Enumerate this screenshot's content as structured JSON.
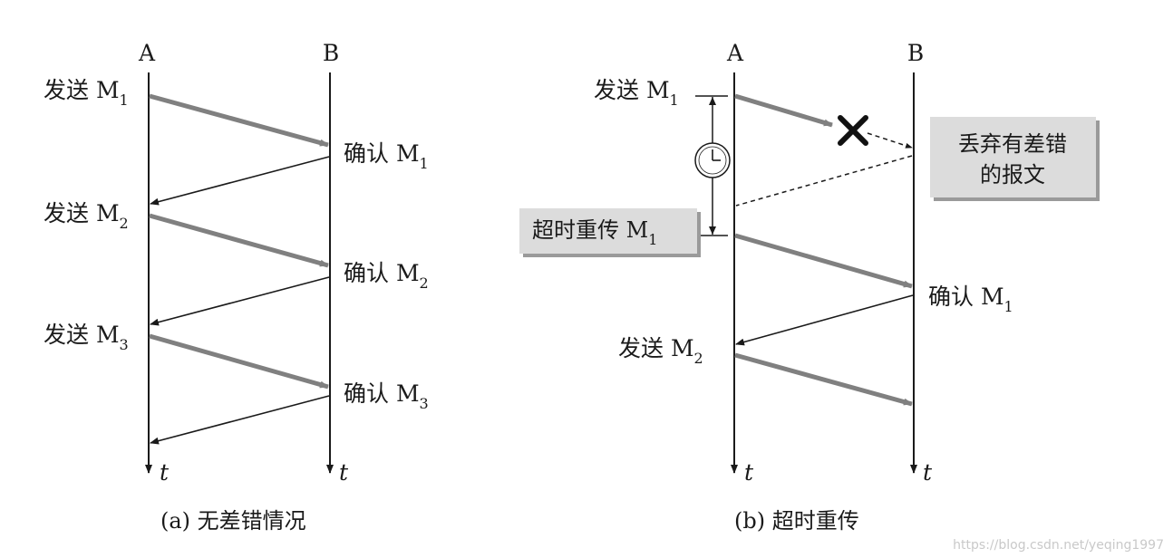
{
  "panel_a": {
    "node_a": "A",
    "node_b": "B",
    "send_1": "发送 M",
    "send_1_sub": "1",
    "ack_1": "确认 M",
    "ack_1_sub": "1",
    "send_2": "发送 M",
    "send_2_sub": "2",
    "ack_2": "确认 M",
    "ack_2_sub": "2",
    "send_3": "发送 M",
    "send_3_sub": "3",
    "ack_3": "确认 M",
    "ack_3_sub": "3",
    "time_a": "t",
    "time_b": "t",
    "caption": "(a) 无差错情况"
  },
  "panel_b": {
    "node_a": "A",
    "node_b": "B",
    "send_1": "发送 M",
    "send_1_sub": "1",
    "discard_line1": "丢弃有差错",
    "discard_line2": "的报文",
    "retransmit": "超时重传 M",
    "retransmit_sub": "1",
    "ack_1": "确认 M",
    "ack_1_sub": "1",
    "send_2": "发送 M",
    "send_2_sub": "2",
    "time_a": "t",
    "time_b": "t",
    "caption": "(b) 超时重传"
  },
  "watermark": "https://blog.csdn.net/yeqing1997",
  "colors": {
    "thick_arrow": "#808080",
    "thin_arrow": "#1a1a1a",
    "box_fill": "#dcdcdc",
    "box_shadow": "#9a9a9a"
  }
}
